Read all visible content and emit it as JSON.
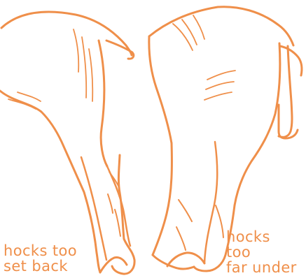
{
  "illustration": {
    "ink_color": "#ef8f4a",
    "background_color": "#ffffff"
  },
  "labels": {
    "left": {
      "line1": "hocks too",
      "line2": "set back"
    },
    "right": {
      "line1": "hocks",
      "line2": "too",
      "line3": "far under"
    }
  }
}
